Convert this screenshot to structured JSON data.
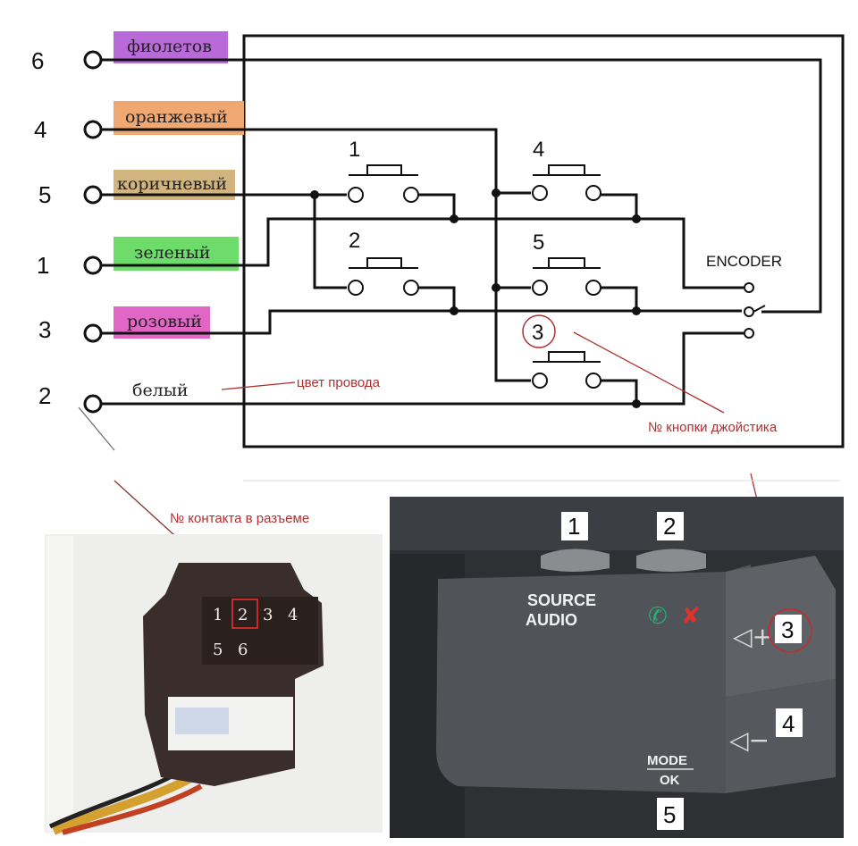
{
  "pins": [
    {
      "num": "6",
      "color_name": "фиолетов",
      "swatch": "#b86ad8"
    },
    {
      "num": "4",
      "color_name": "оранжевый",
      "swatch": "#f0a872"
    },
    {
      "num": "5",
      "color_name": "коричневый",
      "swatch": "#d2b47e"
    },
    {
      "num": "1",
      "color_name": "зеленый",
      "swatch": "#6ddc6a"
    },
    {
      "num": "3",
      "color_name": "розовый",
      "swatch": "#e266c6"
    },
    {
      "num": "2",
      "color_name": "белый",
      "swatch": "#ffffff"
    }
  ],
  "buttons": [
    "1",
    "4",
    "2",
    "5",
    "3"
  ],
  "encoder_label": "ENCODER",
  "annotations": {
    "wire_color": "цвет провода",
    "joystick_button": "№ кнопки джойстика",
    "connector_contact": "№ контакта в разъеме"
  },
  "connector": {
    "top_row": [
      "1",
      "2",
      "3",
      "4"
    ],
    "bottom_row": [
      "5",
      "6"
    ]
  },
  "stalk": {
    "source_line1": "SOURCE",
    "source_line2": "AUDIO",
    "mode_line1": "MODE",
    "mode_line2": "OK",
    "labels": [
      "1",
      "2",
      "3",
      "4",
      "5"
    ]
  },
  "colors": {
    "annotation": "#b03030",
    "phone_green": "#22b07a",
    "phone_red": "#e03030"
  }
}
